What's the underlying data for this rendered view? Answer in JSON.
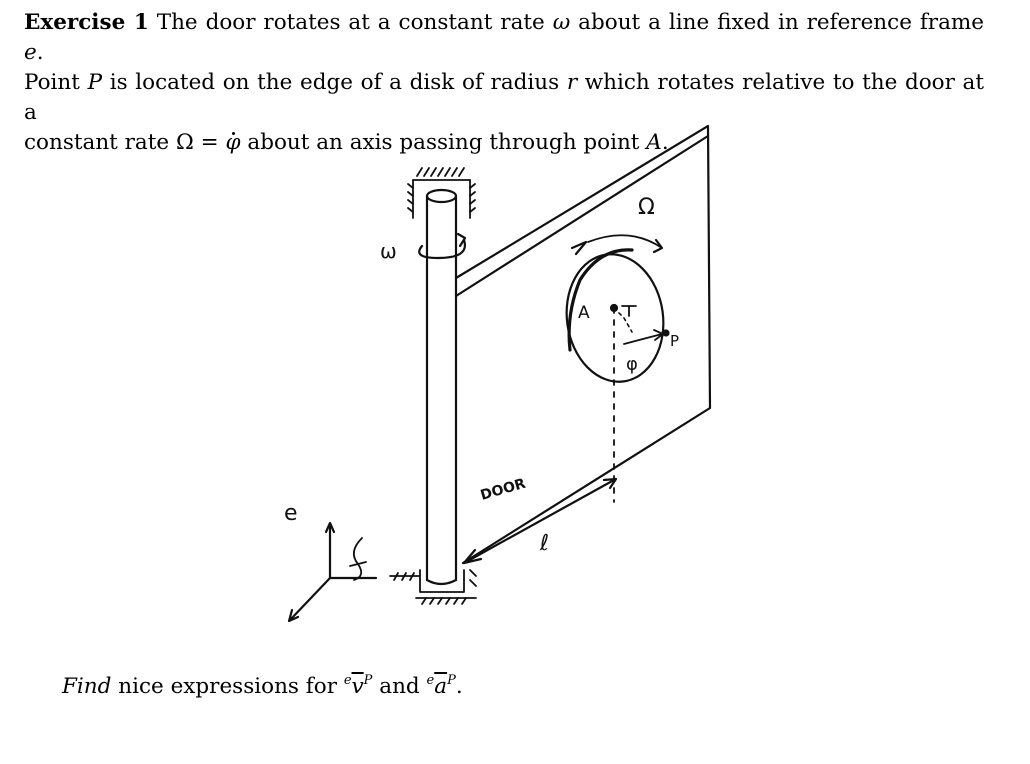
{
  "problem": {
    "label": "Exercise 1",
    "line1_pre": "The door rotates at a constant rate",
    "omega": "ω",
    "line1_post": "about a line fixed in reference frame",
    "frame": "e",
    "period": ".",
    "line2_a": "Point",
    "P": "P",
    "line2_b": "is located on the edge of a disk of radius",
    "r": "r",
    "line2_c": "which rotates relative to the door at a",
    "line3_a": "constant rate",
    "Omega": "Ω",
    "eq": " = ",
    "phi": "φ",
    "line3_b": "about an axis passing through point",
    "A": "A"
  },
  "figure": {
    "omega_label": "ω",
    "Omega_label": "Ω",
    "A_label": "A",
    "P_label": "P",
    "phi_label": "φ",
    "door_label": "DOOR",
    "l_label": "ℓ",
    "e_label": "e"
  },
  "task": {
    "find": "Find",
    "text": "nice expressions for",
    "v_sup": "e",
    "v_sym": "v",
    "v_post": "P",
    "and": "and",
    "a_sup": "e",
    "a_sym": "a",
    "a_post": "P",
    "end": "."
  }
}
